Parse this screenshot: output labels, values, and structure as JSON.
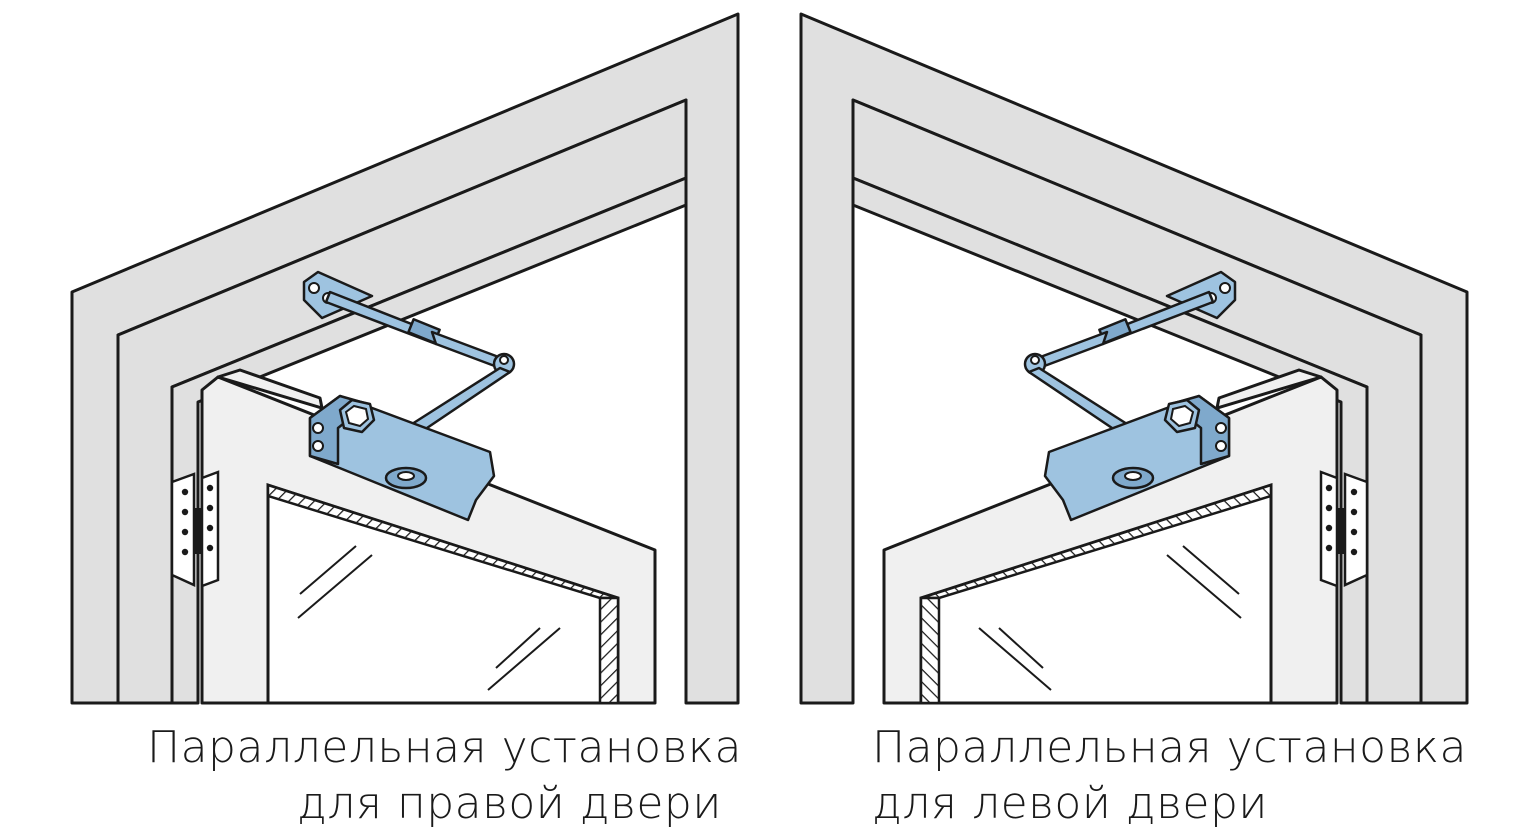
{
  "captions": {
    "right_line1": "Параллельная установка",
    "right_line2": "для правой двери",
    "left_line1": "Параллельная установка",
    "left_line2": "для левой двери"
  },
  "colors": {
    "frame": "#e0e0e0",
    "door": "#f0f0f0",
    "closer": "#9ec3e0",
    "outline": "#1a1a1a"
  }
}
